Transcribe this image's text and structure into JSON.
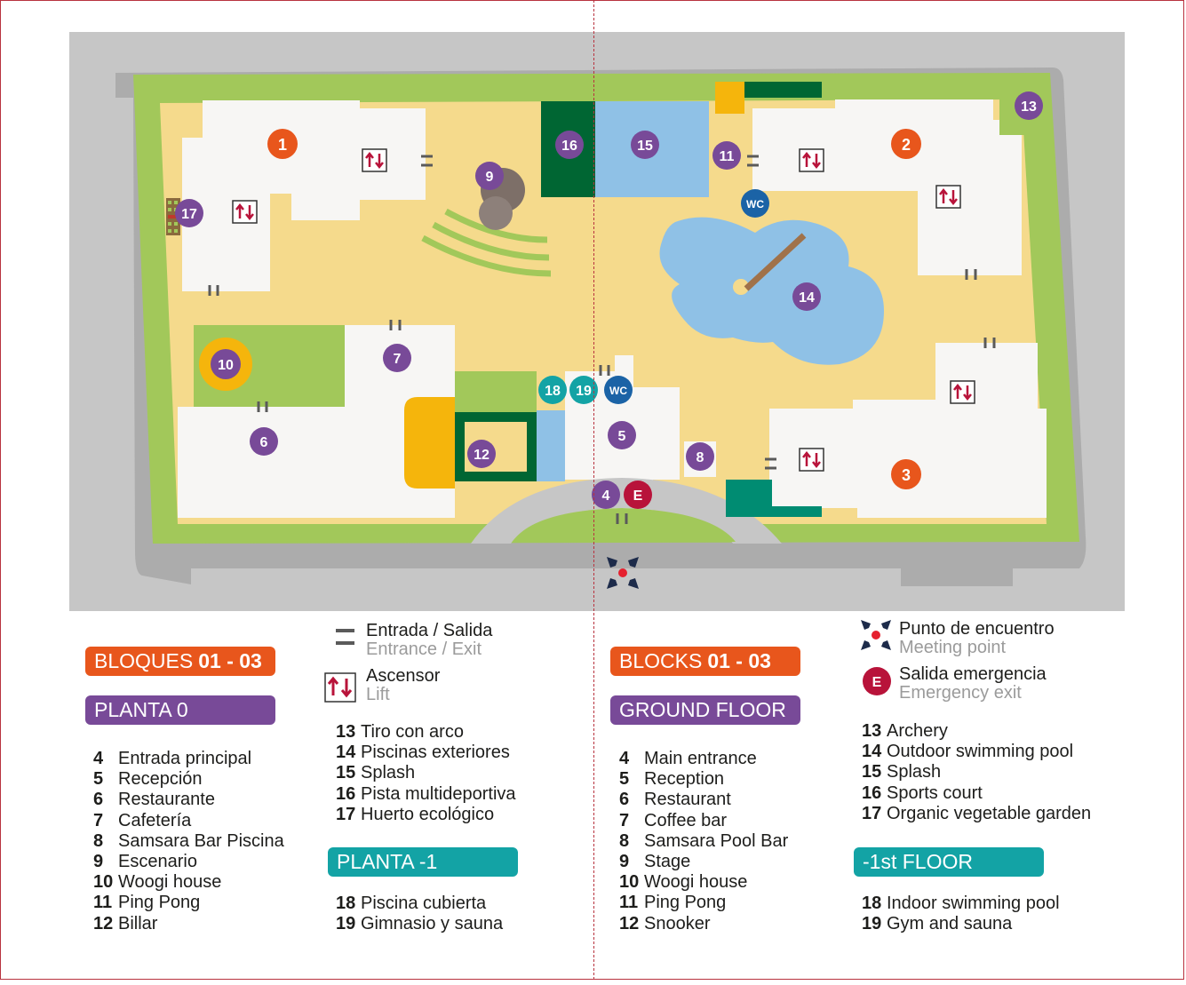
{
  "colors": {
    "grass": "#a2c85a",
    "sand": "#f5da8c",
    "building": "#f7f6f4",
    "road": "#c6c6c6",
    "water": "#8fc1e6",
    "dark_green": "#006633",
    "teal_dark": "#008c72",
    "yellow": "#f5b50c",
    "orange": "#e8561c",
    "purple": "#784a98",
    "teal": "#13a3a5",
    "blue": "#1b63a6",
    "red": "#b8133a"
  },
  "map": {
    "blocks": [
      "1",
      "2",
      "3"
    ],
    "points": [
      "4",
      "5",
      "6",
      "7",
      "8",
      "9",
      "10",
      "11",
      "12",
      "13",
      "14",
      "15",
      "16",
      "17",
      "18",
      "19"
    ],
    "wc": "WC",
    "emergency": "E"
  },
  "es": {
    "blocks_label": "BLOQUES",
    "blocks_range": "01 - 03",
    "floor0": "PLANTA 0",
    "floor_minus1": "PLANTA -1",
    "items_left": [
      {
        "n": "4",
        "t": "Entrada principal"
      },
      {
        "n": "5",
        "t": "Recepción"
      },
      {
        "n": "6",
        "t": "Restaurante"
      },
      {
        "n": "7",
        "t": "Cafetería"
      },
      {
        "n": "8",
        "t": "Samsara Bar Piscina"
      },
      {
        "n": "9",
        "t": "Escenario"
      },
      {
        "n": "10",
        "t": "Woogi house"
      },
      {
        "n": "11",
        "t": "Ping Pong"
      },
      {
        "n": "12",
        "t": "Billar"
      }
    ],
    "items_right": [
      {
        "n": "13",
        "t": "Tiro con arco"
      },
      {
        "n": "14",
        "t": "Piscinas exteriores"
      },
      {
        "n": "15",
        "t": "Splash"
      },
      {
        "n": "16",
        "t": "Pista multideportiva"
      },
      {
        "n": "17",
        "t": "Huerto ecológico"
      }
    ],
    "items_minus1": [
      {
        "n": "18",
        "t": "Piscina cubierta"
      },
      {
        "n": "19",
        "t": "Gimnasio y sauna"
      }
    ],
    "entrance_es": "Entrada / Salida",
    "entrance_en": "Entrance / Exit",
    "lift_es": "Ascensor",
    "lift_en": "Lift"
  },
  "en": {
    "blocks_label": "BLOCKS",
    "blocks_range": "01 - 03",
    "floor0": "GROUND FLOOR",
    "floor_minus1": "-1st FLOOR",
    "items_left": [
      {
        "n": "4",
        "t": "Main entrance"
      },
      {
        "n": "5",
        "t": "Reception"
      },
      {
        "n": "6",
        "t": "Restaurant"
      },
      {
        "n": "7",
        "t": "Coffee bar"
      },
      {
        "n": "8",
        "t": "Samsara Pool Bar"
      },
      {
        "n": "9",
        "t": "Stage"
      },
      {
        "n": "10",
        "t": "Woogi house"
      },
      {
        "n": "11",
        "t": "Ping Pong"
      },
      {
        "n": "12",
        "t": "Snooker"
      }
    ],
    "items_right": [
      {
        "n": "13",
        "t": "Archery"
      },
      {
        "n": "14",
        "t": "Outdoor swimming pool"
      },
      {
        "n": "15",
        "t": "Splash"
      },
      {
        "n": "16",
        "t": "Sports court"
      },
      {
        "n": "17",
        "t": "Organic vegetable garden"
      }
    ],
    "items_minus1": [
      {
        "n": "18",
        "t": "Indoor swimming pool"
      },
      {
        "n": "19",
        "t": "Gym and sauna"
      }
    ],
    "meeting_es": "Punto de encuentro",
    "meeting_en": "Meeting point",
    "emergency_es": "Salida emergencia",
    "emergency_en": "Emergency exit"
  }
}
